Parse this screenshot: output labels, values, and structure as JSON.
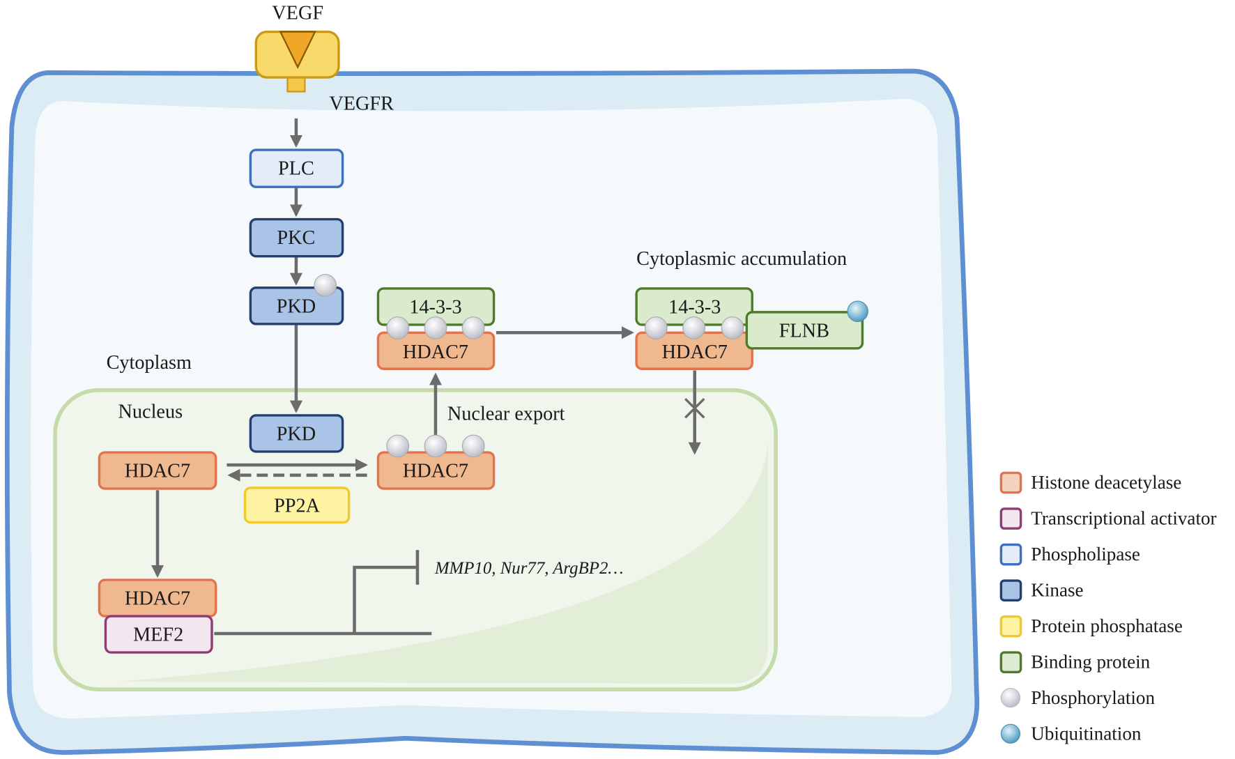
{
  "ligand": "VEGF",
  "receptor": "VEGFR",
  "compartments": {
    "cytoplasm": "Cytoplasm",
    "nucleus": "Nucleus"
  },
  "annotations": {
    "cytoplasmic_accumulation": "Cytoplasmic accumulation",
    "nuclear_export": "Nuclear export",
    "target_genes": "MMP10, Nur77, ArgBP2…"
  },
  "nodes": {
    "plc": "PLC",
    "pkc": "PKC",
    "pkd_cyto": "PKD",
    "pkd_nuc": "PKD",
    "b1433_left": "14-3-3",
    "hdac7_cyto_left": "HDAC7",
    "b1433_right": "14-3-3",
    "hdac7_cyto_right": "HDAC7",
    "flnb": "FLNB",
    "hdac7_nuc_left": "HDAC7",
    "hdac7_nuc_phos": "HDAC7",
    "pp2a": "PP2A",
    "hdac7_mef2": "HDAC7",
    "mef2": "MEF2"
  },
  "colors": {
    "histone_deacetylase": "#e2734f",
    "transcriptional_activator": "#8e3d74",
    "phospholipase": "#3d6fbf",
    "kinase": "#243f6e",
    "protein_phosphatase": "#f2c830",
    "binding_protein": "#4f7a2c",
    "membrane": "#5f8fd3",
    "nucleus_border": "#c5dcaa"
  },
  "legend": [
    {
      "label": "Histone deacetylase",
      "fill": "#f3d3bd",
      "stroke": "#e2734f",
      "shape": "square"
    },
    {
      "label": "Transcriptional activator",
      "fill": "#f3e6ef",
      "stroke": "#8e3d74",
      "shape": "square"
    },
    {
      "label": "Phospholipase",
      "fill": "#e3ecf8",
      "stroke": "#3d6fbf",
      "shape": "square"
    },
    {
      "label": "Kinase",
      "fill": "#a9c4e6",
      "stroke": "#243f6e",
      "shape": "square"
    },
    {
      "label": "Protein phosphatase",
      "fill": "#fdf3a0",
      "stroke": "#f2c830",
      "shape": "square"
    },
    {
      "label": "Binding protein",
      "fill": "#dcecd0",
      "stroke": "#4f7a2c",
      "shape": "square"
    },
    {
      "label": "Phosphorylation",
      "fill": "#e4e4ee",
      "stroke": "#b8b8c8",
      "shape": "circle"
    },
    {
      "label": "Ubiquitination",
      "fill": "#8cc4de",
      "stroke": "#4a8fb0",
      "shape": "circle"
    }
  ]
}
